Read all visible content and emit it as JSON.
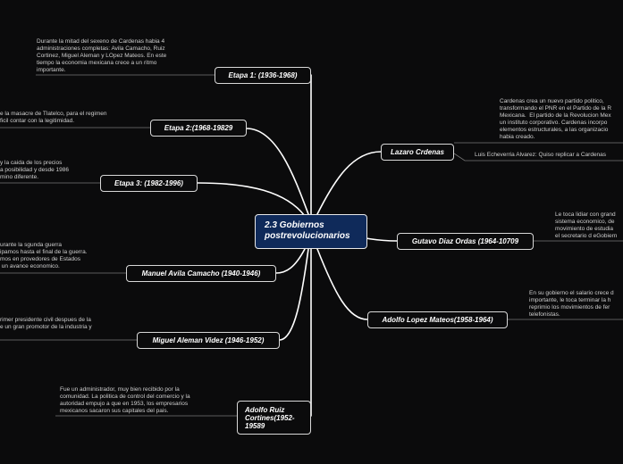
{
  "central": {
    "title_line1": "2.3 Gobiernos",
    "title_line2": "postrevolucionarios"
  },
  "branches": {
    "etapa1": {
      "label": "Etapa 1: (1936-1968)",
      "note": "Durante la mitad del sexeno de Cardenas habia 4\nadministraciones completas: Avila Camacho, Ruiz\nCortinez, Miguel Aleman y LOpez Mateos. En este\ntiempo la economia mexicana crece a un ritmo\nimportante."
    },
    "etapa2": {
      "label": "Etapa 2:(1968-19829",
      "note": "e la masacre de Tlatelco, para el regimen\nficil contar con la legitimidad."
    },
    "etapa3": {
      "label": "Etapa 3: (1982-1996)",
      "note": "y la caida de los precios\na posibilidad y desde 1986\nmino diferente."
    },
    "avila": {
      "label": "Manuel Avila Camacho (1940-1946)",
      "note": "urante la sgunda guerra\nipamos hasta el final de la guerra.\nmos en provedores de Estados\n un avance economico."
    },
    "aleman": {
      "label": "Miguel Aleman Videz (1946-1952)",
      "note": "rimer presidente civil despues de la\ne un gran promotor de la industria y"
    },
    "ruiz": {
      "label_line1": "Adolfo Ruiz",
      "label_line2": "Cortines(1952-",
      "label_line3": "19589",
      "note": "Fue un administrador, muy bien recibido por la\ncomunidad. La politica de control del comercio y la\nautoridad empujo a que en 1953, los empresarios\nmexicanos sacaron sus capitales del pais."
    },
    "lazaro": {
      "label": "Lazaro Crdenas",
      "note": "Cardenas crea un nuevo partido politico,\ntransformando el PNR en el Partido de la R\nMexicana.  El partido de la Revolucion Mex\nun instituto corporativo. Cardenas incorpo\nelementos estructurales, a las organizacio\nhabia creado.",
      "note2": "Luis Echeverria Alvarez: Quiso replicar a Cardenas"
    },
    "diaz": {
      "label": "Gutavo Diaz Ordas (1964-10709",
      "note": "Le toca lidiar con grand\nsistema economico, de\nmovimiento de estudia\nel secretario d eGobiern"
    },
    "lopez": {
      "label": "Adolfo Lopez Mateos(1958-1964)",
      "note": "En su gobierno el salario crece d\nimportante, le toca terminar la h\nreprimio los movimientos de fer\ntelefonistas."
    }
  },
  "colors": {
    "background": "#0b0b0c",
    "central_fill": "#0f2a5a",
    "connector": "#ffffff",
    "note_line": "#777777"
  }
}
